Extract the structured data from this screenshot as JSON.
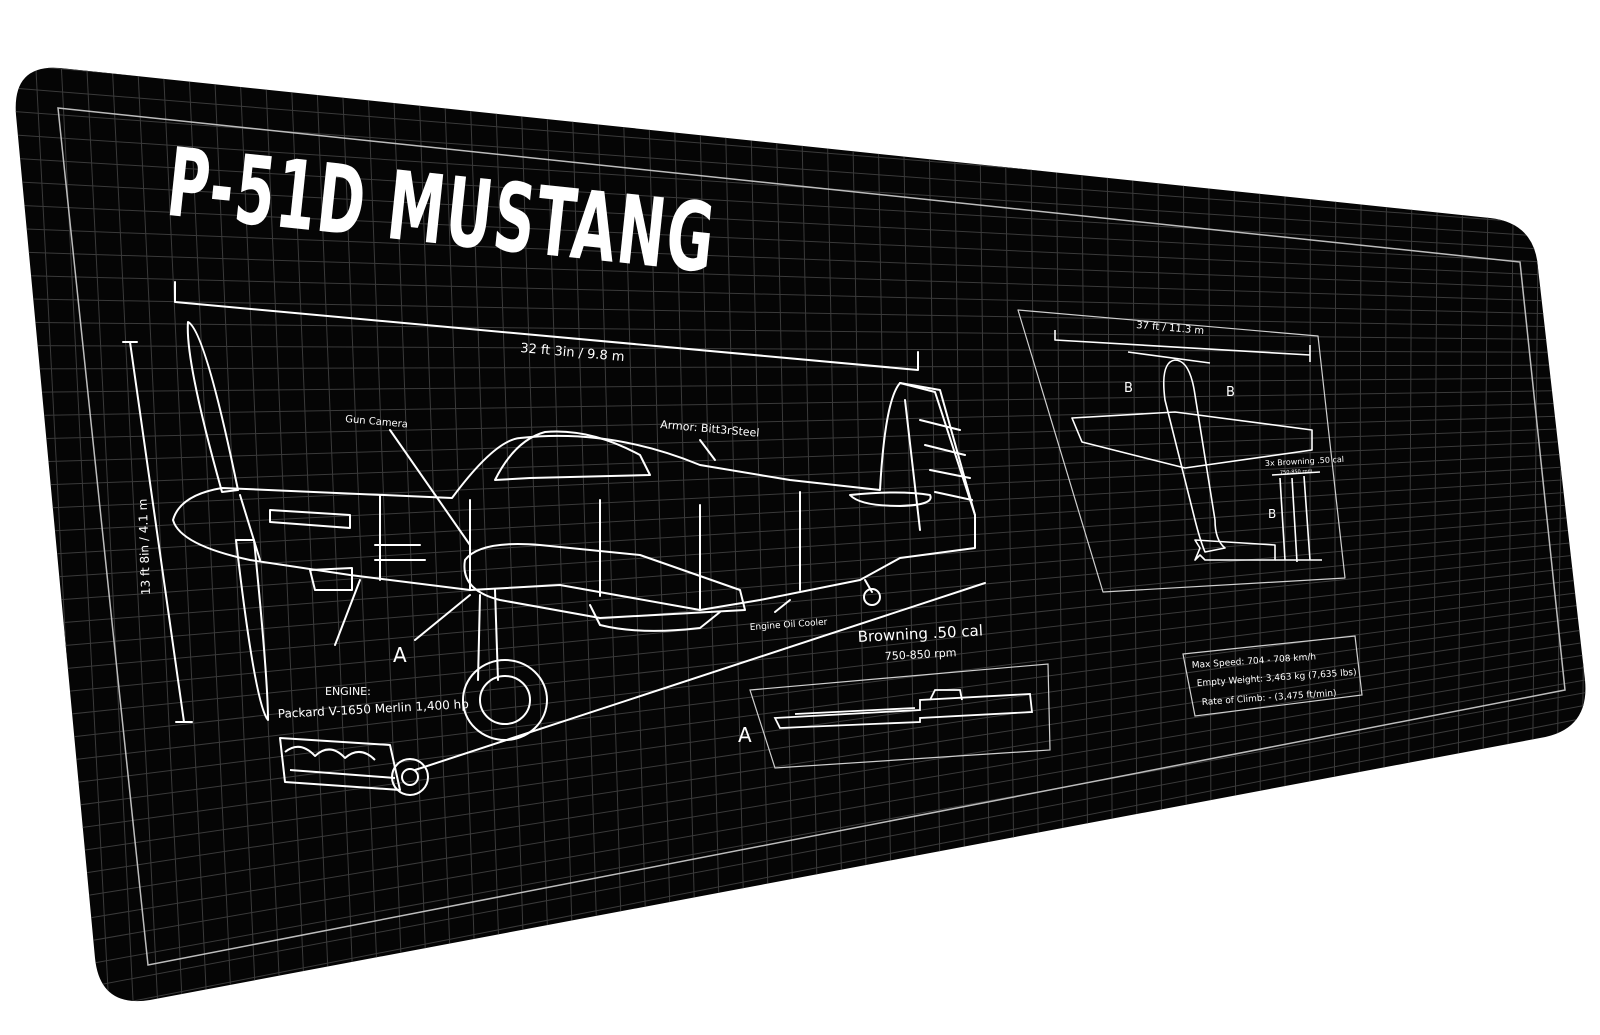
{
  "title": "P-51D MUSTANG",
  "dimensions": {
    "length": "32 ft 3in / 9.8 m",
    "height": "13 ft 8in / 4.1 m",
    "wingspan": "37 ft / 11.3 m"
  },
  "callouts": {
    "gun_camera": "Gun Camera",
    "armor": "Armor: Bitt3rSteel",
    "oil_cooler": "Engine Oil Cooler",
    "engine_heading": "ENGINE:",
    "engine_name": "Packard V-1650 Merlin 1,400 hp",
    "gun_name": "Browning .50 cal",
    "gun_rpm": "750-850 rpm",
    "top_guns": "3x Browning .50 cal",
    "top_guns_rpm": "750-850 rpm"
  },
  "section_markers": {
    "a": "A",
    "b": "B"
  },
  "specs": [
    "Max Speed: 704 - 708 km/h",
    "Empty Weight: 3,463 kg (7,635 lbs)",
    "Rate of Climb: - (3,475 ft/min)"
  ],
  "colors": {
    "mat": "#050505",
    "grid": "#3a3a3a",
    "line": "#ffffff",
    "background": "#ffffff"
  }
}
